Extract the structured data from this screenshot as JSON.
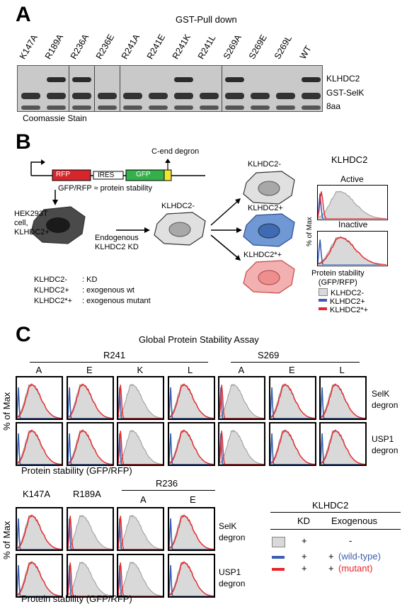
{
  "panelA": {
    "letter": "A",
    "title": "GST-Pull down",
    "lanes": [
      "K147A",
      "R189A",
      "R236A",
      "R236E",
      "R241A",
      "R241E",
      "R241K",
      "R241L",
      "S269A",
      "S269E",
      "S269L",
      "WT"
    ],
    "klhdc2_band_present": [
      false,
      true,
      true,
      false,
      false,
      false,
      true,
      false,
      true,
      false,
      false,
      true
    ],
    "band_labels": [
      "KLHDC2",
      "GST-SelK",
      "8aa"
    ],
    "stain_label": "Coomassie Stain"
  },
  "panelB": {
    "letter": "B",
    "construct": {
      "rfp": "RFP",
      "ires": "IRES",
      "gfp": "GFP",
      "degron": "C-end degron",
      "ratio": "GFP/RFP ≈ protein stability"
    },
    "cell_start": "HEK293T\ncell,\nKLHDC2+",
    "kd_arrow_label": "Endogenous\nKLHDC2 KD",
    "cell_kd": "KLHDC2-",
    "cell_top": "KLHDC2-",
    "cell_mid": "KLHDC2+",
    "cell_bot": "KLHDC2*+",
    "legend_lines": [
      [
        "KLHDC2-",
        ": KD"
      ],
      [
        "KLHDC2+",
        ": exogenous wt"
      ],
      [
        "KLHDC2*+",
        ": exogenous mutant"
      ]
    ],
    "right_title": "KLHDC2",
    "active_label": "Active",
    "inactive_label": "Inactive",
    "y_label": "% of Max",
    "x_label": "Protein stability\n(GFP/RFP)",
    "key": [
      "KLHDC2-",
      "KLHDC2+",
      "KLHDC2*+"
    ]
  },
  "panelC": {
    "letter": "C",
    "title": "Global Protein Stability Assay",
    "group1": "R241",
    "group2": "S269",
    "top_cols": [
      "A",
      "E",
      "K",
      "L",
      "A",
      "E",
      "L"
    ],
    "top_active": [
      false,
      false,
      true,
      false,
      true,
      false,
      false
    ],
    "row_labels": [
      "SelK\ndegron",
      "USP1\ndegron"
    ],
    "y_label": "% of Max",
    "x_label": "Protein stability (GFP/RFP)",
    "bottom_cols": [
      "K147A",
      "R189A",
      "A",
      "E"
    ],
    "bottom_group": "R236",
    "bottom_active": [
      false,
      true,
      true,
      false
    ],
    "legend": {
      "title": "KLHDC2",
      "col1": "KD",
      "col2": "Exogenous",
      "rows": [
        {
          "kd": "+",
          "exo": "-",
          "note": ""
        },
        {
          "kd": "+",
          "exo": "+",
          "note": "(wild-type)"
        },
        {
          "kd": "+",
          "exo": "+",
          "note": "(mutant)"
        }
      ]
    }
  },
  "colors": {
    "red": "#e8262a",
    "blue": "#3a5fb0",
    "grey_fill": "#d9d9d9",
    "grey_line": "#9a9a9a",
    "rfp_box": "#d6262c",
    "gfp_box": "#33b04a",
    "degron_box": "#f2e633",
    "cell_dark": "#4a4a4a",
    "cell_light": "#e0e0e0",
    "cell_blue": "#6f98d4",
    "cell_red": "#f2b0b0"
  }
}
